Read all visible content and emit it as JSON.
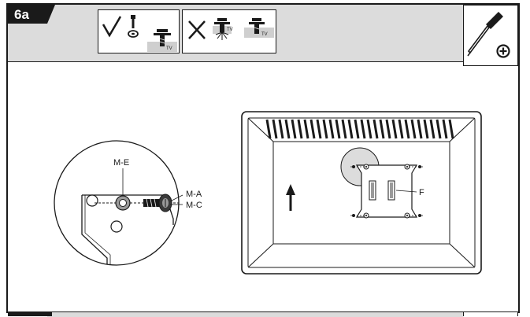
{
  "step": {
    "label": "6a"
  },
  "icons": {
    "correct_tv_tag": "TV",
    "incorrect_tv_tag_1": "TV",
    "incorrect_tv_tag_2": "TV"
  },
  "detail": {
    "label_me": "M-E",
    "label_ma": "M-A",
    "label_mc": "M-C"
  },
  "tv": {
    "label_f": "F"
  }
}
